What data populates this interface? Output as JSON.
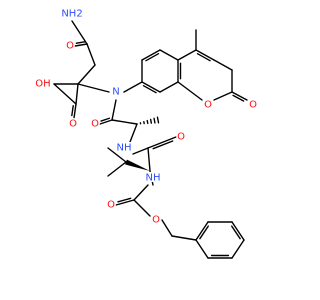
{
  "colors": {
    "carbon": "#000000",
    "oxygen": "#ff0d0d",
    "nitrogen": "#3050f8",
    "background": "#ffffff"
  },
  "atoms": {
    "amide_nh2": "NH2",
    "amide_o": "O",
    "acid_oh": "OH",
    "acid_o": "O",
    "anilide_n": "N",
    "ring_o": "O",
    "lactone_o": "O",
    "amide1_o": "O",
    "ala_nh": "NH",
    "amide2_o": "O",
    "val_nh": "NH",
    "carbamate_o_carbonyl": "O",
    "carbamate_o_ester": "O"
  }
}
